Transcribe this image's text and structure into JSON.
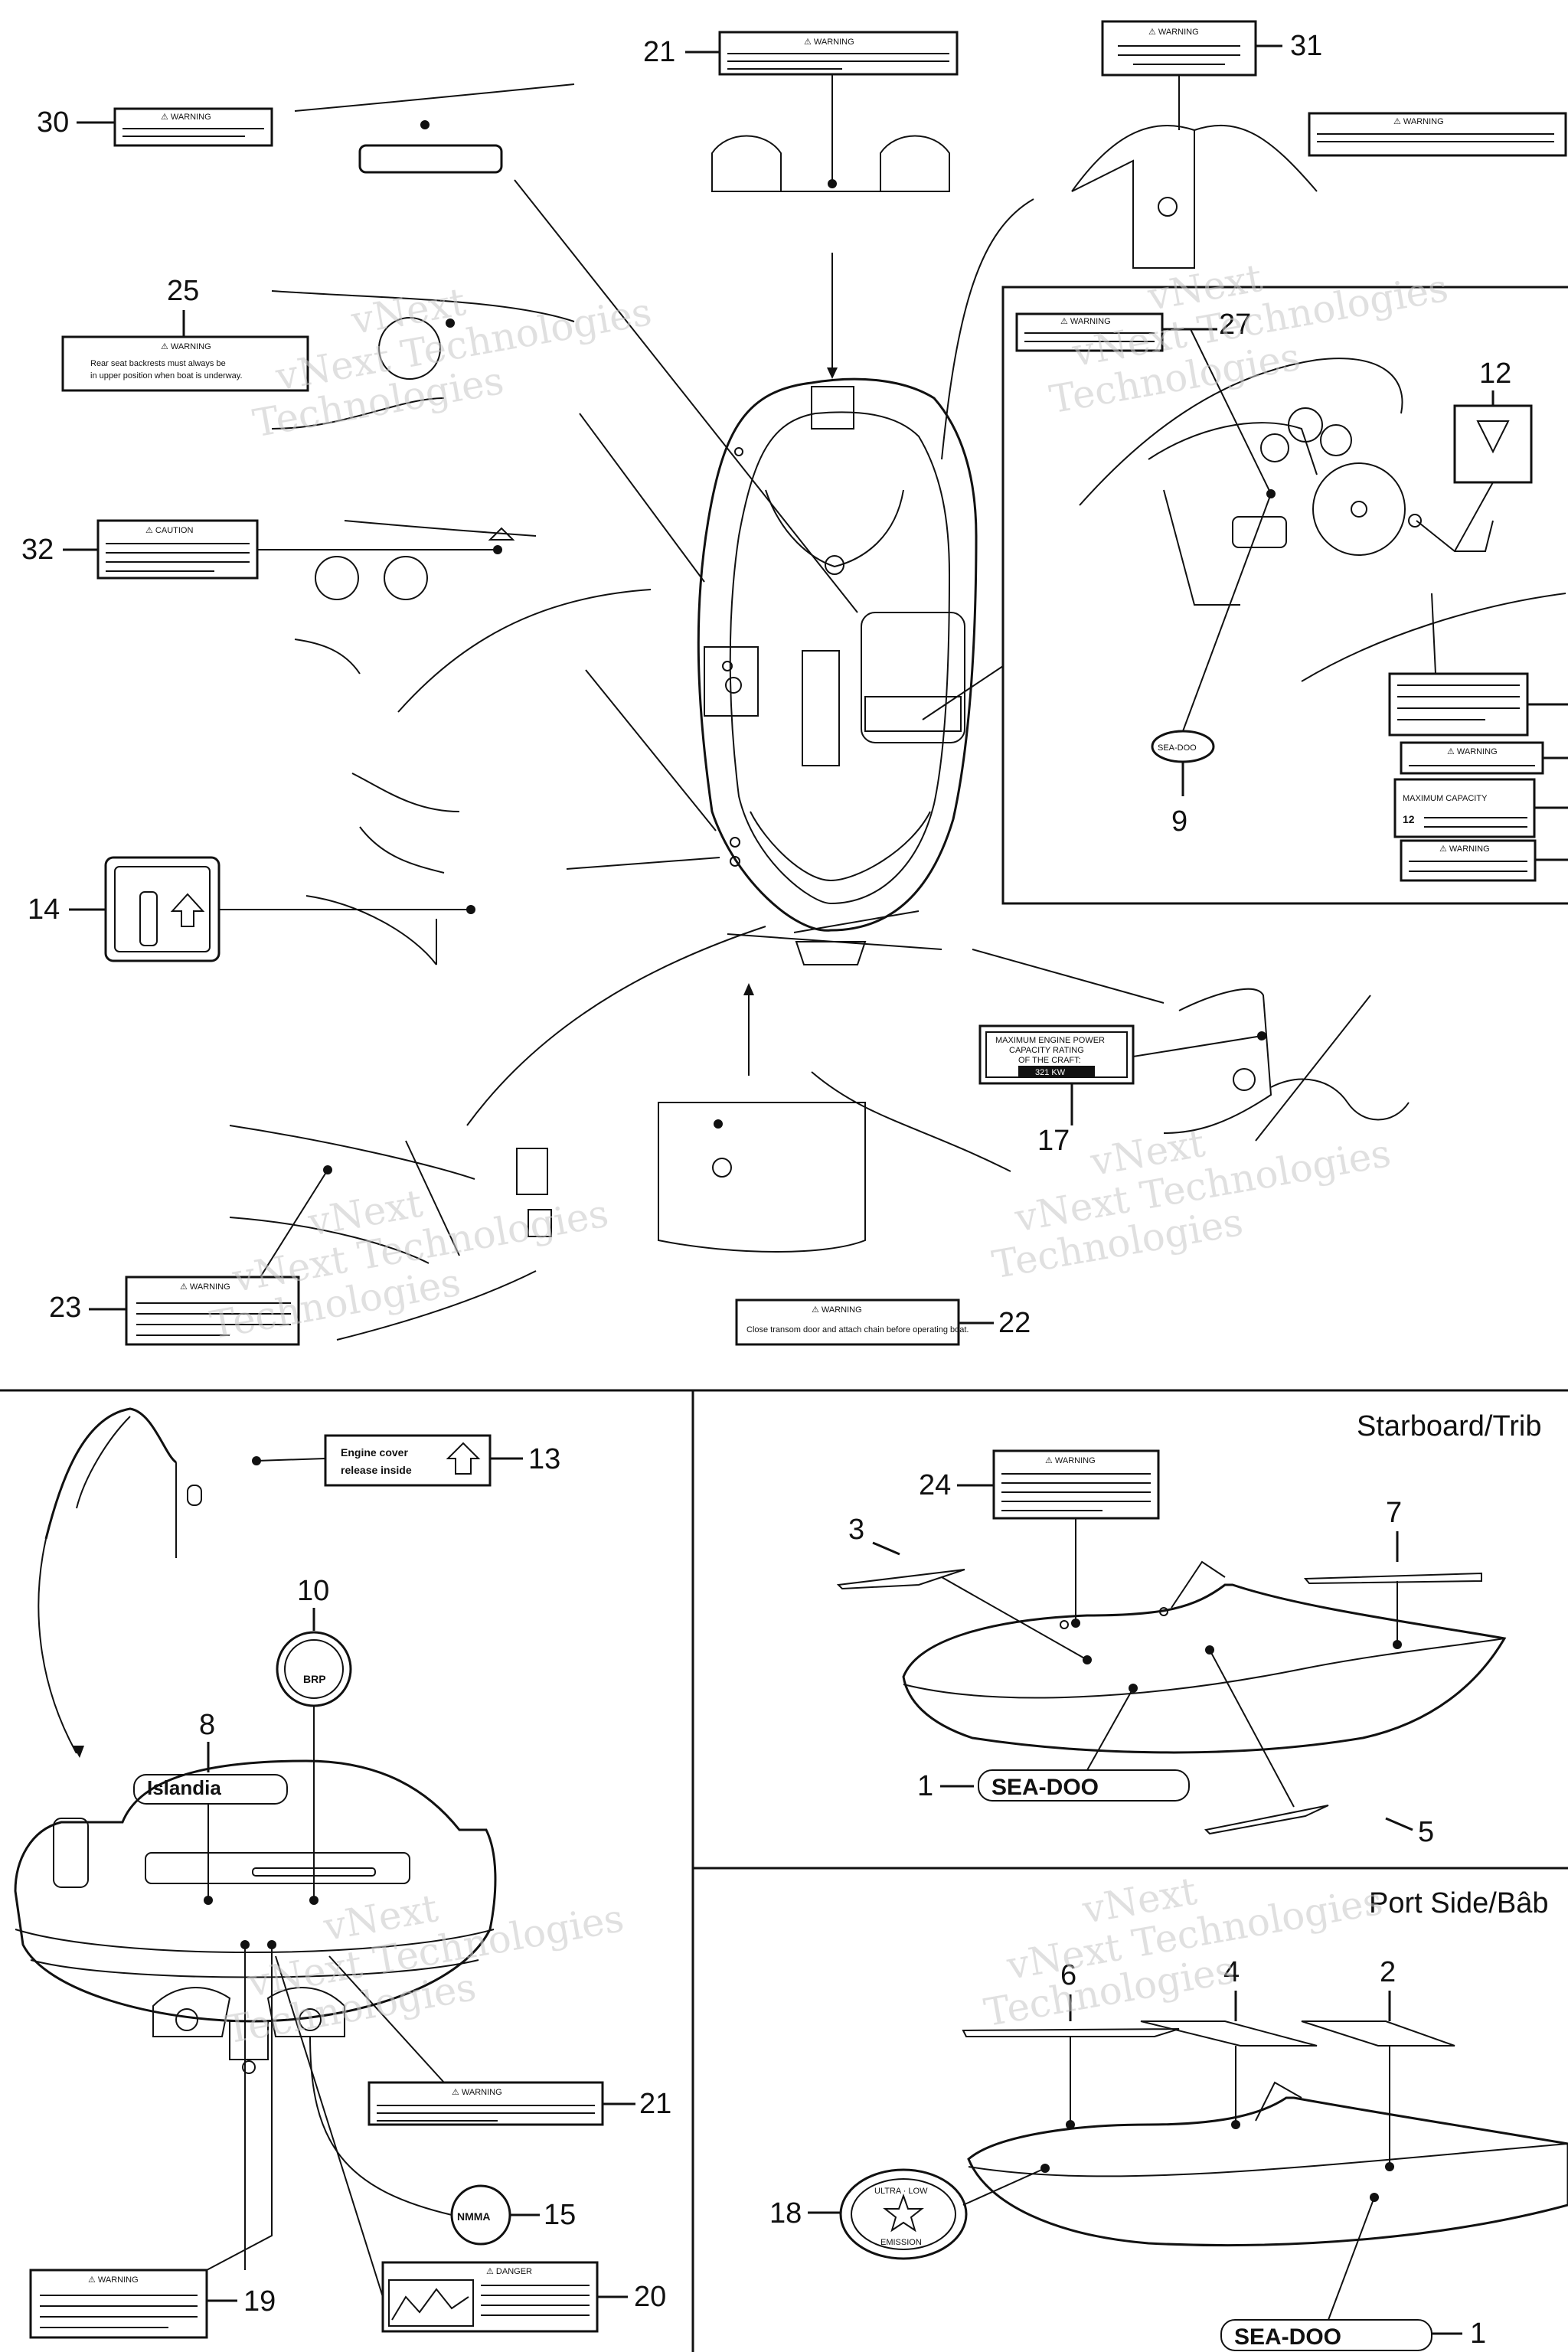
{
  "callouts": {
    "n1": "1",
    "n2": "2",
    "n3": "3",
    "n4": "4",
    "n5": "5",
    "n6": "6",
    "n7": "7",
    "n8": "8",
    "n9": "9",
    "n10": "10",
    "n12": "12",
    "n13": "13",
    "n14": "14",
    "n15": "15",
    "n17": "17",
    "n18": "18",
    "n19": "19",
    "n20": "20",
    "n21": "21",
    "n22": "22",
    "n23": "23",
    "n24": "24",
    "n25": "25",
    "n27": "27",
    "n30": "30",
    "n31": "31",
    "n32": "32"
  },
  "labels": {
    "warning": "⚠ WARNING",
    "caution": "⚠ CAUTION",
    "danger": "⚠ DANGER",
    "warn25_line1": "Rear seat backrests must always be",
    "warn25_line2": "in upper position when boat is underway.",
    "warn22": "Close transom door and attach chain before operating boat.",
    "power_line1": "MAXIMUM ENGINE POWER",
    "power_line2": "CAPACITY RATING",
    "power_line3": "OF THE CRAFT:",
    "power_value": "321 KW",
    "engine_cover_line1": "Engine cover",
    "engine_cover_line2": "release inside",
    "nmma": "NMMA",
    "islandia": "Islandia",
    "brp": "BRP",
    "seadoo": "SEA-DOO",
    "ultra_low": "ULTRA · LOW",
    "emission": "EMISSION",
    "max_capacity": "MAXIMUM CAPACITY",
    "persons": "12"
  },
  "views": {
    "starboard": "Starboard/Trib",
    "port": "Port Side/Bâb"
  },
  "watermark": {
    "line1": "vNext",
    "line2": "vNext Technologies",
    "line3": "Technologies"
  }
}
